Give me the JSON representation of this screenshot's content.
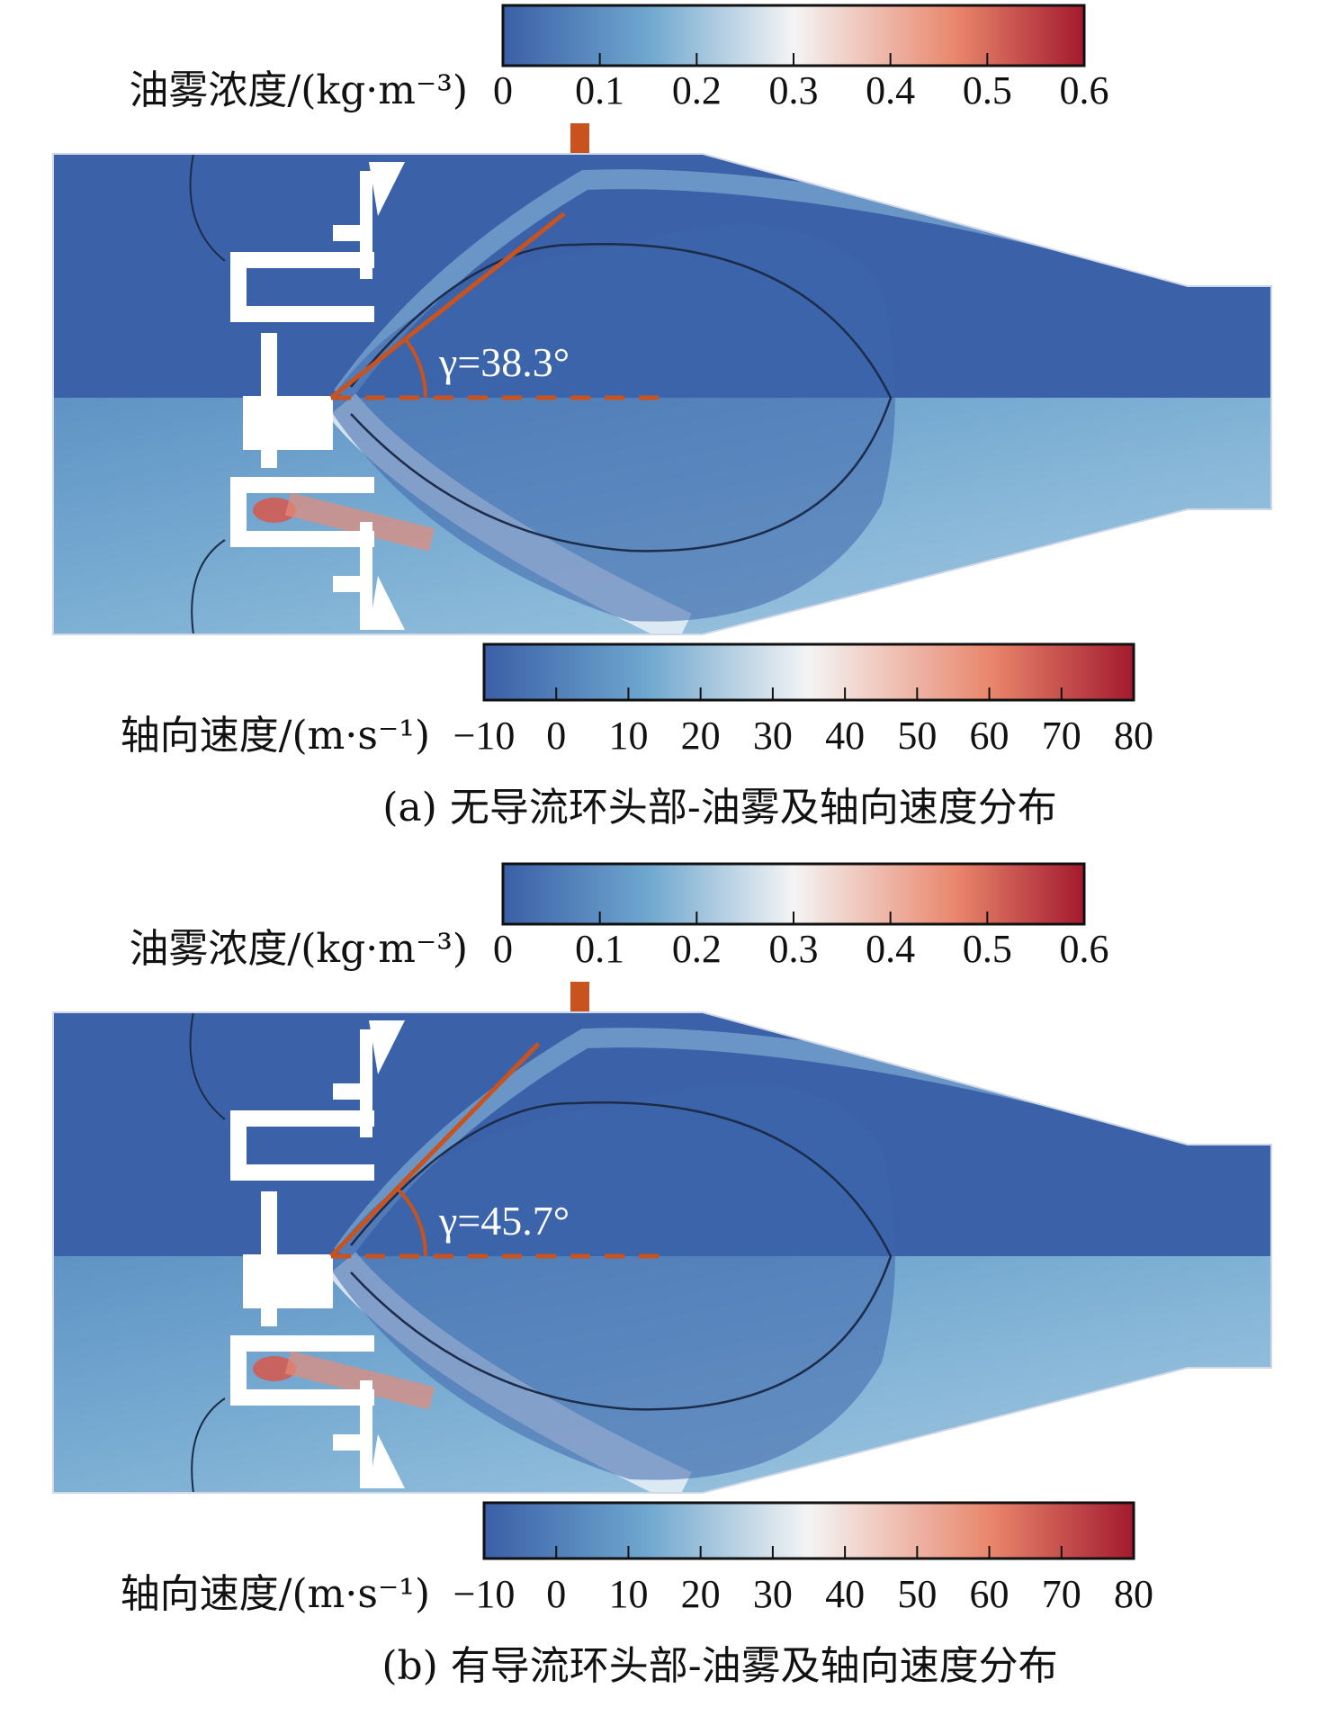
{
  "colors": {
    "blue_dark": "#3a5fa7",
    "blue_mid": "#6fa7cf",
    "white": "#f4f4f4",
    "salmon": "#e9866c",
    "red_dark": "#a31a2e",
    "angle_line": "#c8531f"
  },
  "panels": [
    {
      "id": "a",
      "concentration_bar": {
        "label": "油雾浓度/(kg·m⁻³)",
        "min": 0,
        "max": 0.6,
        "ticks": [
          "0",
          "0.1",
          "0.2",
          "0.3",
          "0.4",
          "0.5",
          "0.6"
        ]
      },
      "velocity_bar": {
        "label": "轴向速度/(m·s⁻¹)",
        "min": -10,
        "max": 80,
        "ticks": [
          "−10",
          "0",
          "10",
          "20",
          "30",
          "40",
          "50",
          "60",
          "70",
          "80"
        ]
      },
      "angle_label": "γ=38.3°",
      "angle_deg": 38.3,
      "caption": "(a) 无导流环头部-油雾及轴向速度分布"
    },
    {
      "id": "b",
      "concentration_bar": {
        "label": "油雾浓度/(kg·m⁻³)",
        "min": 0,
        "max": 0.6,
        "ticks": [
          "0",
          "0.1",
          "0.2",
          "0.3",
          "0.4",
          "0.5",
          "0.6"
        ]
      },
      "velocity_bar": {
        "label": "轴向速度/(m·s⁻¹)",
        "min": -10,
        "max": 80,
        "ticks": [
          "−10",
          "0",
          "10",
          "20",
          "30",
          "40",
          "50",
          "60",
          "70",
          "80"
        ]
      },
      "angle_label": "γ=45.7°",
      "angle_deg": 45.7,
      "caption": "(b) 有导流环头部-油雾及轴向速度分布"
    }
  ]
}
